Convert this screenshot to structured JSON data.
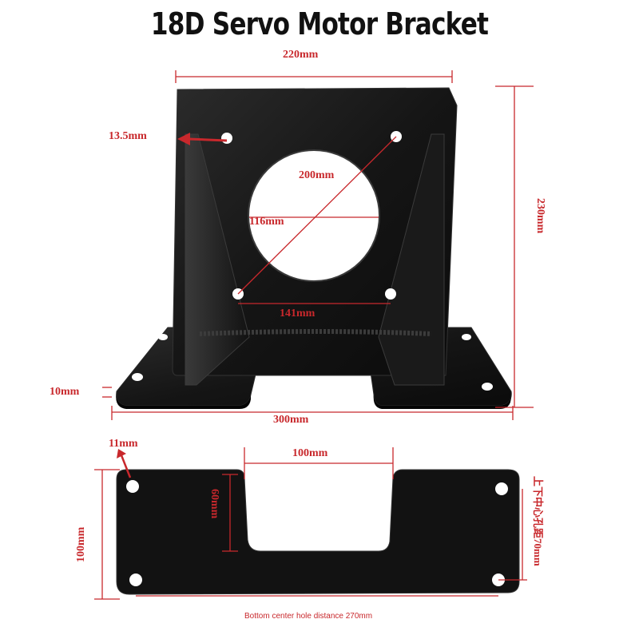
{
  "title": "18D Servo Motor Bracket",
  "colors": {
    "dimension": "#c8282c",
    "metal": "#161616",
    "metal_edge": "#2a2a2a"
  },
  "top_view_dimensions": {
    "width_top": "220mm",
    "height": "230mm",
    "hole_offset": "13.5mm",
    "diagonal": "200mm",
    "bore": "116mm",
    "hole_spacing": "141mm",
    "thickness": "10mm",
    "base_width": "300mm"
  },
  "base_plate_dimensions": {
    "hole_diameter": "11mm",
    "cutout_width": "100mm",
    "cutout_depth": "60mm",
    "plate_depth": "100mm",
    "vertical_hole_distance": "上下中心孔距70mm"
  },
  "footnote": "Bottom center hole distance 270mm"
}
